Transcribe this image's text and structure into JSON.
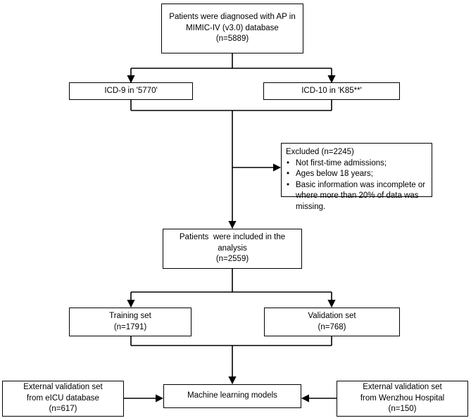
{
  "boxes": {
    "diagnosed": [
      "Patients were diagnosed with AP in",
      "MIMIC-IV (v3.0) database",
      "(n=5889)"
    ],
    "icd9": "ICD-9 in '5770'",
    "icd10": "ICD-10 in 'K85**'",
    "excluded": {
      "title": "Excluded (n=2245)",
      "items": [
        "Not first-time admissions;",
        "Ages below 18 years;",
        "Basic information was incomplete or where more than 20% of data was missing."
      ]
    },
    "included": [
      "Patients  were included in the",
      "analysis",
      "(n=2559)"
    ],
    "training": [
      "Training set",
      "(n=1791)"
    ],
    "validation": [
      "Validation set",
      "(n=768)"
    ],
    "ml": "Machine learning models",
    "eicu": [
      "External validation set",
      "from eICU database",
      "(n=617)"
    ],
    "wenzhou": [
      "External validation set",
      "from Wenzhou Hospital",
      "(n=150)"
    ]
  }
}
